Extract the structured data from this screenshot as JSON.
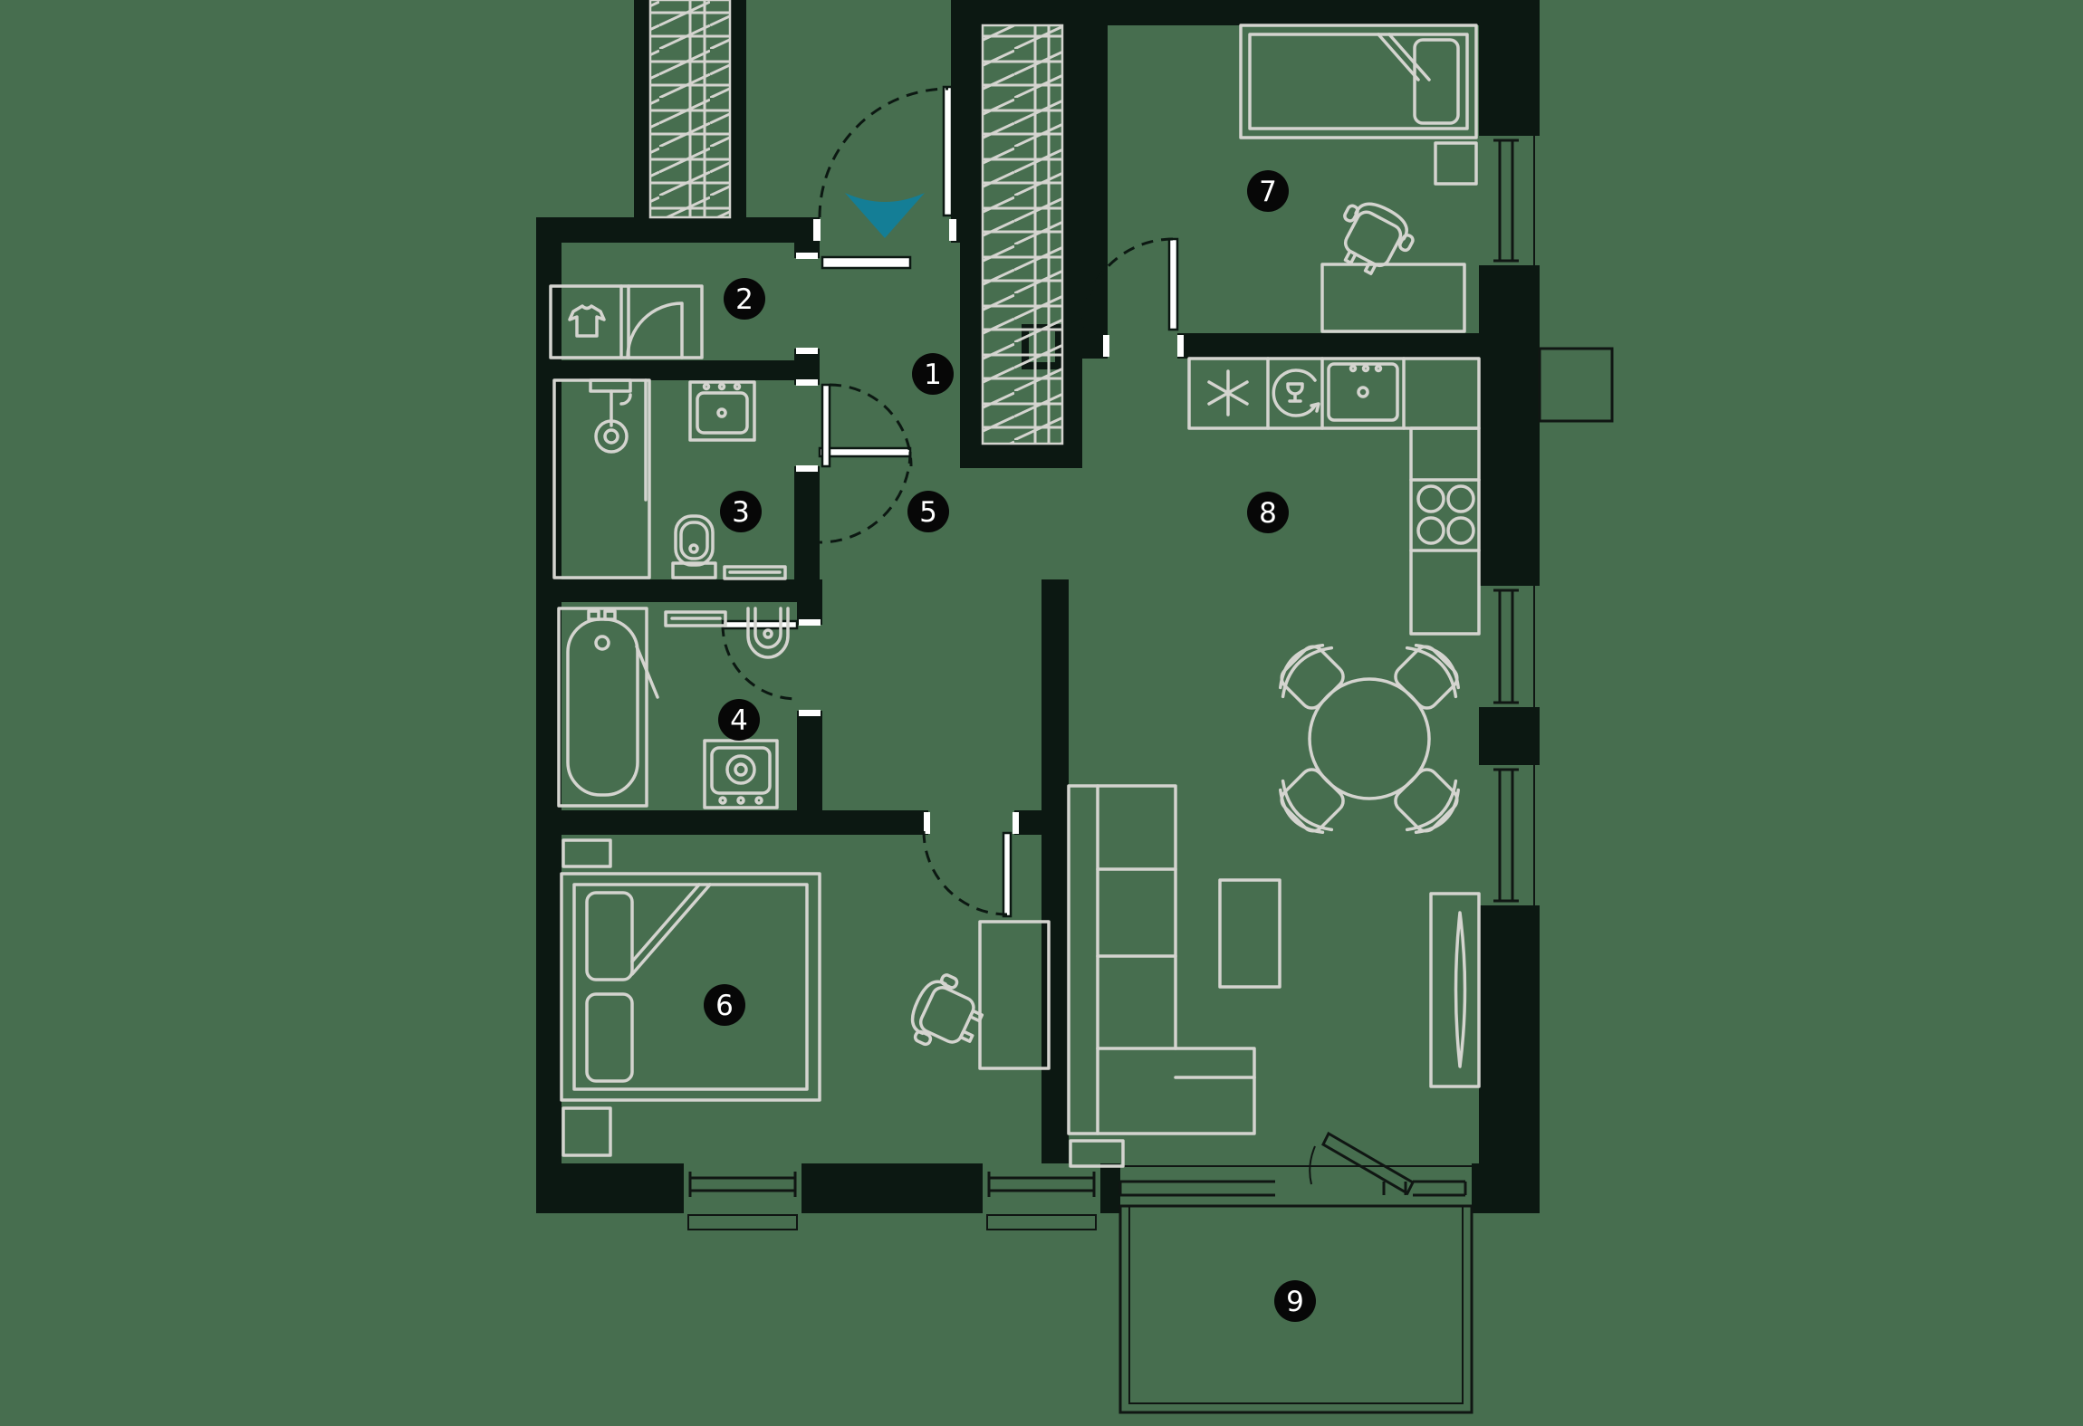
{
  "plan": {
    "rooms": [
      {
        "number": "1"
      },
      {
        "number": "2"
      },
      {
        "number": "3"
      },
      {
        "number": "4"
      },
      {
        "number": "5"
      },
      {
        "number": "6"
      },
      {
        "number": "7"
      },
      {
        "number": "8"
      },
      {
        "number": "9"
      }
    ],
    "entrance": {
      "marker": "entrance-arrow",
      "direction": "down"
    }
  },
  "colors": {
    "background": "#476E4F",
    "wall": "#0C1812",
    "furniture_line": "#D4D4CF",
    "detail_line": "#101613",
    "badge_bg": "#070707",
    "badge_text": "#FFFFFF",
    "entrance_accent": "#147E96",
    "door_jamb": "#FFFFFF"
  },
  "icons": {
    "entrance": "entrance-arrow-icon",
    "wardrobe": "shirt-icon",
    "shower": "shower-icon",
    "toilet": "toilet-icon",
    "sink": "sink-icon",
    "bathtub": "bathtub-icon",
    "bidet": "bidet-icon",
    "washing_machine": "washing-machine-icon",
    "fridge": "snowflake-icon",
    "dishwasher": "dishwasher-icon",
    "stove": "stove-burners-icon",
    "dining": "round-table-icon",
    "sofa": "corner-sofa-icon",
    "tv": "tv-icon"
  }
}
